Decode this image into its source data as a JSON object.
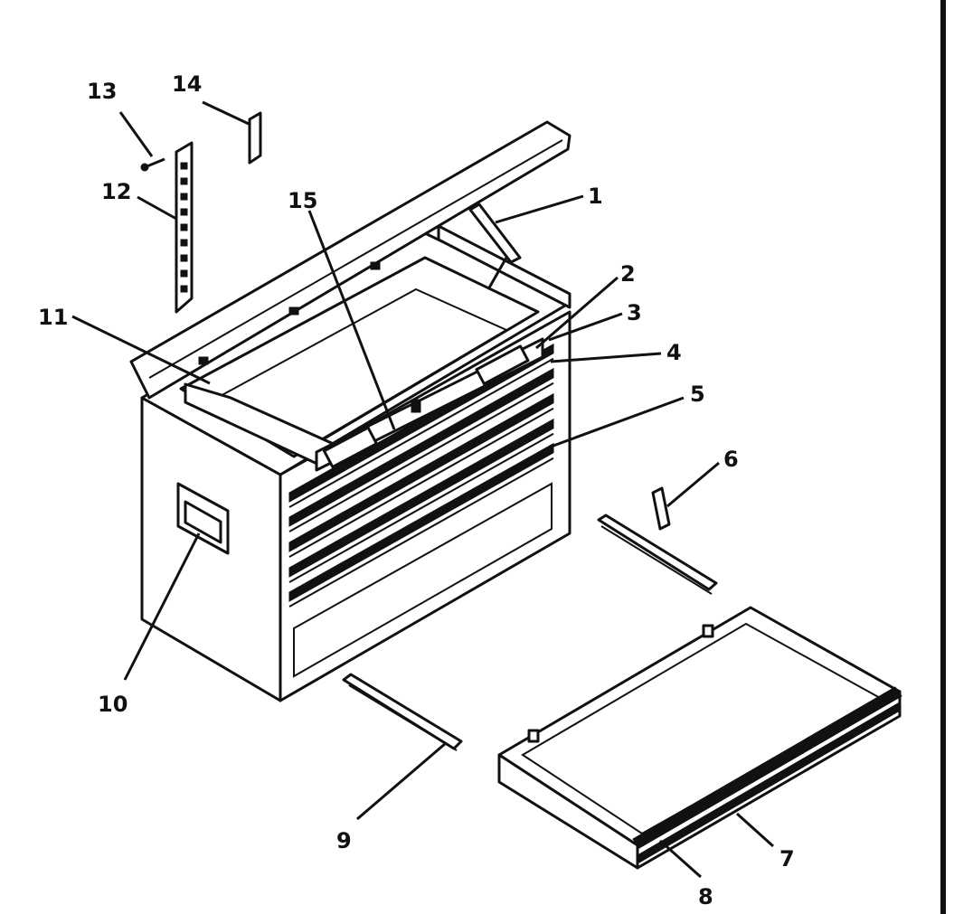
{
  "callouts": [
    {
      "id": "1",
      "label": "1"
    },
    {
      "id": "2",
      "label": "2"
    },
    {
      "id": "3",
      "label": "3"
    },
    {
      "id": "4",
      "label": "4"
    },
    {
      "id": "5",
      "label": "5"
    },
    {
      "id": "6",
      "label": "6"
    },
    {
      "id": "7",
      "label": "7"
    },
    {
      "id": "8",
      "label": "8"
    },
    {
      "id": "9",
      "label": "9"
    },
    {
      "id": "10",
      "label": "10"
    },
    {
      "id": "11",
      "label": "11"
    },
    {
      "id": "12",
      "label": "12"
    },
    {
      "id": "13",
      "label": "13"
    },
    {
      "id": "14",
      "label": "14"
    },
    {
      "id": "15",
      "label": "15"
    }
  ],
  "colors": {
    "ink": "#111111",
    "paper": "#ffffff"
  }
}
